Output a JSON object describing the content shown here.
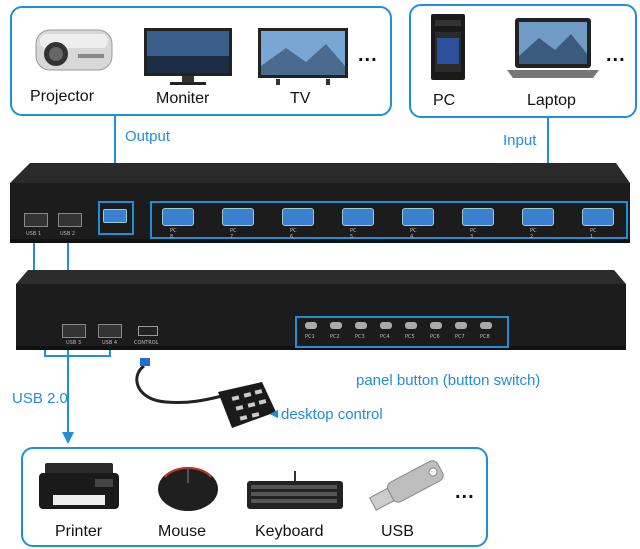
{
  "output_devices": {
    "projector": "Projector",
    "monitor": "Moniter",
    "tv": "TV",
    "more": "..."
  },
  "input_devices": {
    "pc": "PC",
    "laptop": "Laptop",
    "more": "..."
  },
  "labels": {
    "output": "Output",
    "input": "Input",
    "usb": "USB 2.0",
    "panel_button": "panel button (button switch)",
    "desktop_control": "desktop control"
  },
  "rear_panel": {
    "usb_ports": [
      "USB 1",
      "USB 2"
    ],
    "pc_ports": [
      "PC 8",
      "PC 7",
      "PC 6",
      "PC 5",
      "PC 4",
      "PC 3",
      "PC 2",
      "PC 1"
    ]
  },
  "front_panel": {
    "usb_ports": [
      "USB 3",
      "USB 4"
    ],
    "control": "CONTROL",
    "buttons": [
      "PC1",
      "PC2",
      "PC3",
      "PC4",
      "PC5",
      "PC6",
      "PC7",
      "PC8"
    ]
  },
  "usb_devices": {
    "printer": "Printer",
    "mouse": "Mouse",
    "keyboard": "Keyboard",
    "usb": "USB",
    "more": "..."
  },
  "colors": {
    "accent": "#1f8fd6",
    "device_body": "#1c1c1c"
  }
}
